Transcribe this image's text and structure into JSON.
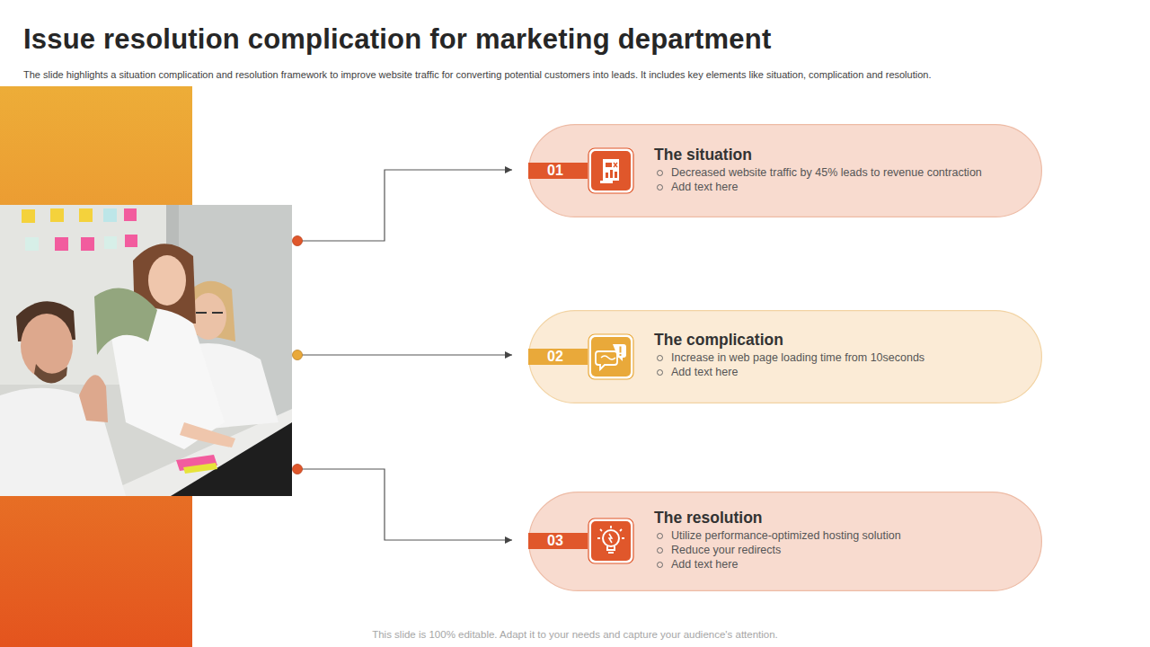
{
  "diagram": {
    "title": "Issue resolution complication for marketing department",
    "caption": "The slide highlights a situation complication and resolution framework to improve website traffic for converting potential customers into leads. It includes key elements like situation, complication and resolution.",
    "nodes": [
      {
        "text": [
          "01",
          "The situation",
          "Decreased website traffic by 45% leads to revenue contraction",
          "Add text here"
        ]
      },
      {
        "text": [
          "02",
          "The complication",
          "Increase in web page loading time from 10seconds",
          "Add text here"
        ]
      },
      {
        "text": [
          "03",
          "The resolution",
          "Utilize performance-optimized hosting solution",
          "Reduce your redirects",
          "Add text here"
        ]
      }
    ],
    "labels": [
      "This slide is 100% editable. Adapt it to your needs and capture your audience's attention."
    ]
  }
}
